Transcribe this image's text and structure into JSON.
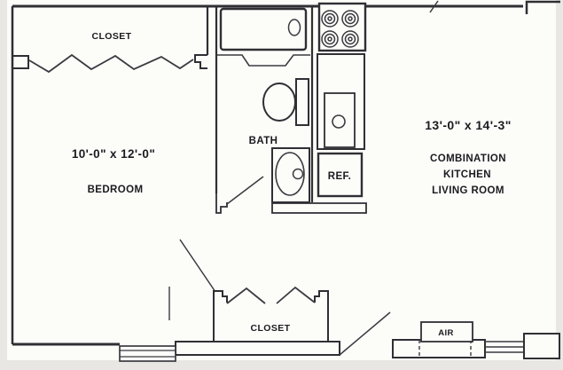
{
  "floor_plan": {
    "rooms": {
      "closet_top": {
        "label": "CLOSET"
      },
      "bedroom": {
        "label": "BEDROOM",
        "dimensions": "10'-0\" x 12'-0\""
      },
      "bath": {
        "label": "BATH"
      },
      "kitchen_living": {
        "dimensions": "13'-0\" x 14'-3\"",
        "label_line1": "COMBINATION",
        "label_line2": "KITCHEN",
        "label_line3": "LIVING ROOM"
      },
      "closet_bottom": {
        "label": "CLOSET"
      }
    },
    "fixtures": {
      "refrigerator": {
        "label": "REF."
      },
      "air_conditioner": {
        "label": "AIR"
      }
    },
    "colors": {
      "paper": "#fcfcf9",
      "scan_margin": "#e9e7e3",
      "wall_line": "#2f2f34",
      "text": "#1b1b20"
    }
  }
}
